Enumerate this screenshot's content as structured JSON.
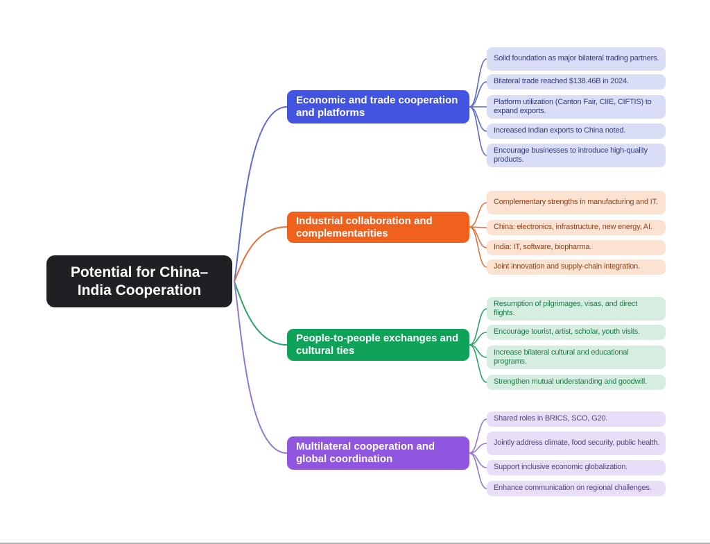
{
  "meta": {
    "background_color": "#ffffff",
    "bottom_edge_color": "#b2b2b2"
  },
  "root": {
    "label": "Potential for China–India Cooperation",
    "bg": "#1f2023",
    "fg": "#ffffff"
  },
  "branches": [
    {
      "id": "economic-trade",
      "label": "Economic and trade cooperation and platforms",
      "branch_bg": "#4355e0",
      "branch_fg": "#ffffff",
      "leaf_bg": "#d9ddf6",
      "leaf_fg": "#333b7e",
      "line_color": "#5e6ac8",
      "children": [
        "Solid foundation as major bilateral trading partners.",
        "Bilateral trade reached $138.46B in 2024.",
        "Platform utilization (Canton Fair, CIIE, CIFTIS) to expand exports.",
        "Increased Indian exports to China noted.",
        "Encourage businesses to introduce high-quality products."
      ]
    },
    {
      "id": "industrial",
      "label": "Industrial collaboration and complementarities",
      "branch_bg": "#f0611d",
      "branch_fg": "#ffffff",
      "leaf_bg": "#fbe2d1",
      "leaf_fg": "#8f431d",
      "line_color": "#e0703c",
      "children": [
        "Complementary strengths in manufacturing and IT.",
        "China: electronics, infrastructure, new energy, AI.",
        "India: IT, software, biopharma.",
        "Joint innovation and supply-chain integration."
      ]
    },
    {
      "id": "people-cultural",
      "label": "People-to-people exchanges and cultural ties",
      "branch_bg": "#0ea358",
      "branch_fg": "#ffffff",
      "leaf_bg": "#d5eedf",
      "leaf_fg": "#1d7a4b",
      "line_color": "#2aa263",
      "children": [
        "Resumption of pilgrimages, visas, and direct flights.",
        "Encourage tourist, artist, scholar, youth visits.",
        "Increase bilateral cultural and educational programs.",
        "Strengthen mutual understanding and goodwill."
      ]
    },
    {
      "id": "multilateral",
      "label": "Multilateral cooperation and global coordination",
      "branch_bg": "#9156e0",
      "branch_fg": "#ffffff",
      "leaf_bg": "#e8def8",
      "leaf_fg": "#514677",
      "line_color": "#9377d4",
      "children": [
        "Shared roles in BRICS, SCO, G20.",
        "Jointly address climate, food security, public health.",
        "Support inclusive economic globalization.",
        "Enhance communication on regional challenges."
      ]
    }
  ]
}
